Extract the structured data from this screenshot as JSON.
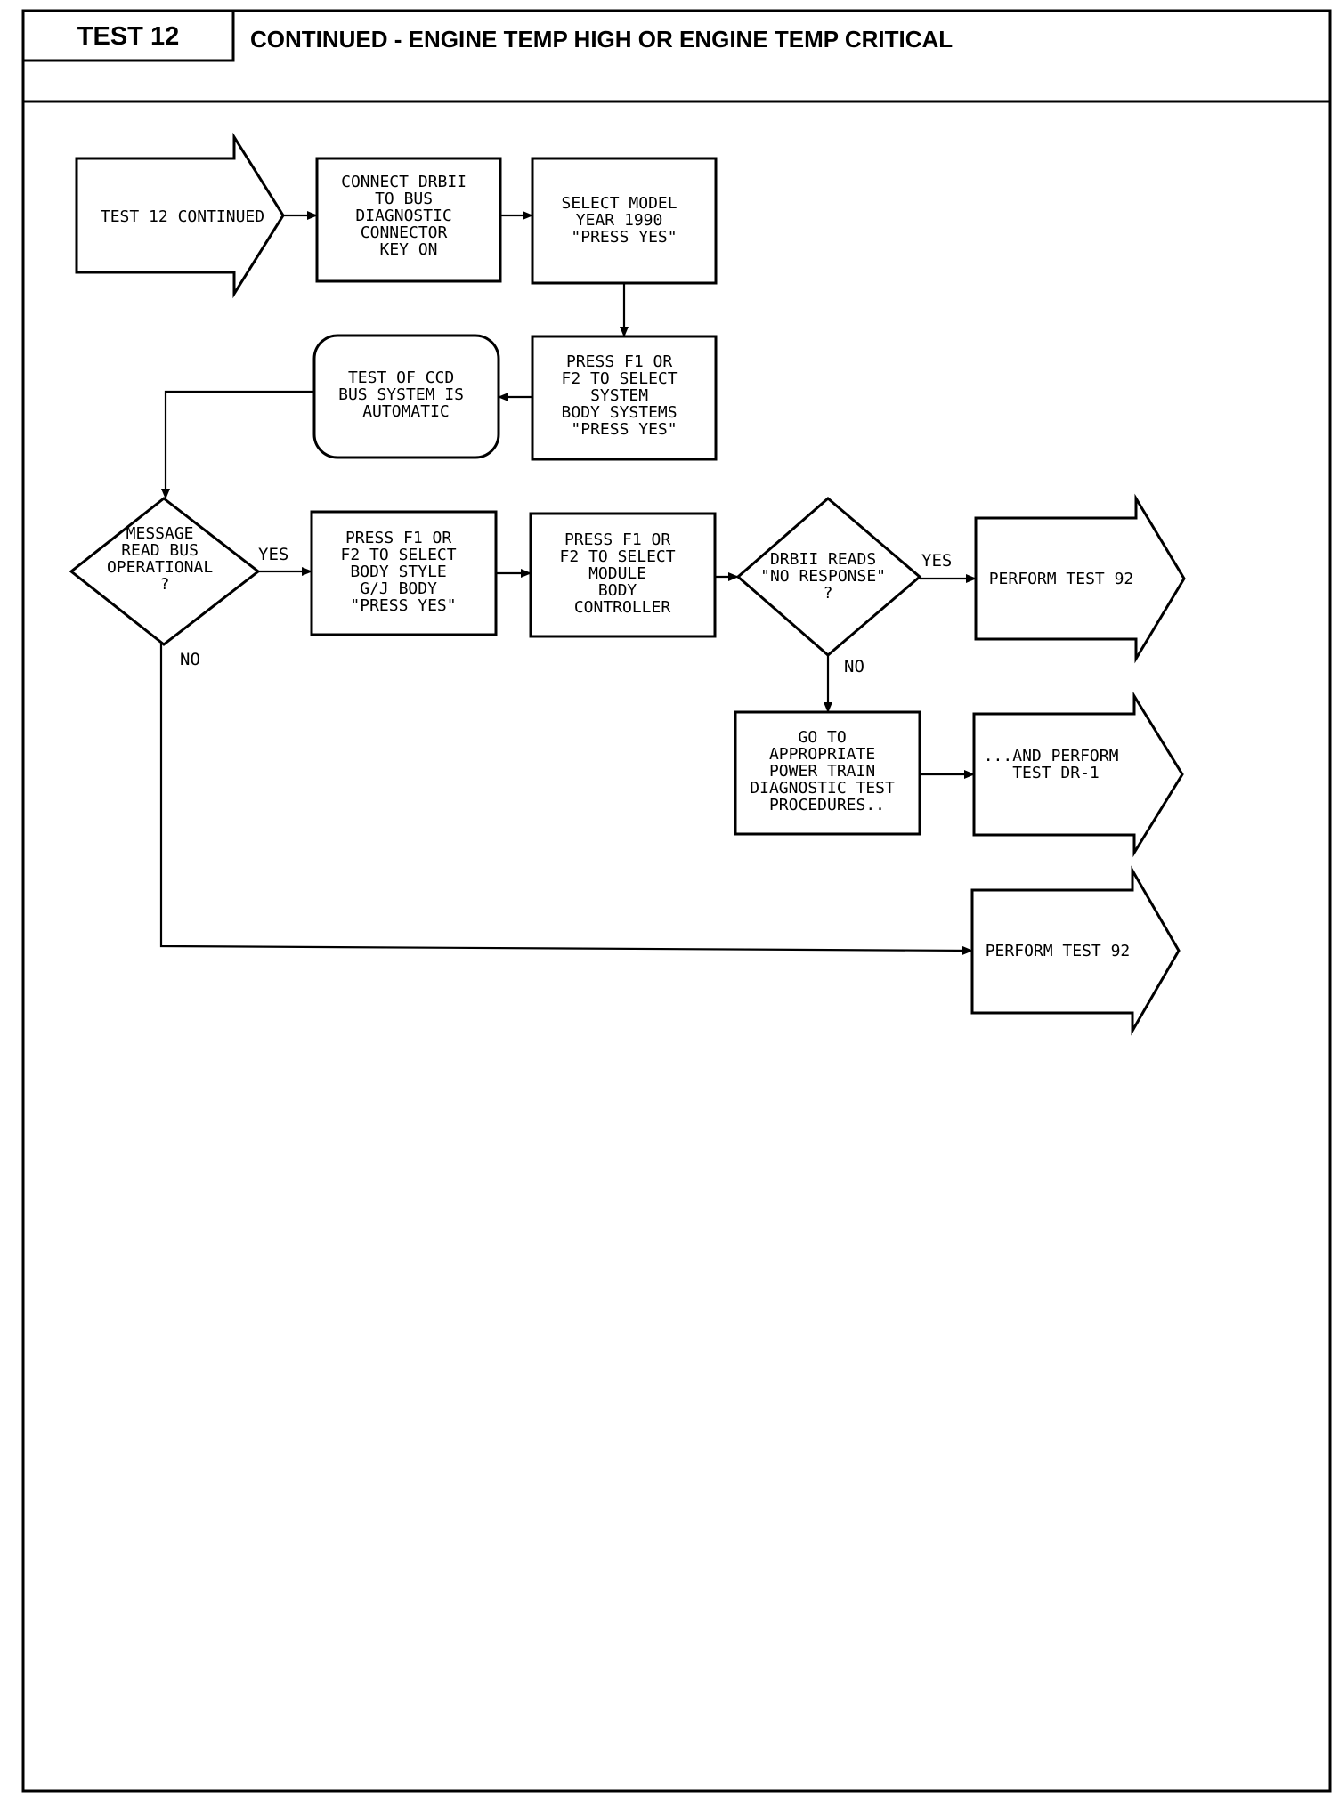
{
  "header": {
    "test_label": "TEST 12",
    "title": "CONTINUED - ENGINE TEMP HIGH OR ENGINE TEMP CRITICAL"
  },
  "flow": {
    "start": "TEST 12 CONTINUED",
    "connect": [
      "CONNECT DRBII",
      "TO BUS",
      "DIAGNOSTIC",
      "CONNECTOR",
      "KEY ON"
    ],
    "select_model": [
      "SELECT MODEL",
      "YEAR 1990",
      "\"PRESS YES\""
    ],
    "select_system": [
      "PRESS F1 OR",
      "F2 TO SELECT",
      "SYSTEM",
      "BODY SYSTEMS",
      "\"PRESS YES\""
    ],
    "ccd_test": [
      "TEST OF CCD",
      "BUS SYSTEM IS",
      "AUTOMATIC"
    ],
    "message_decision": [
      "MESSAGE",
      "READ BUS",
      "OPERATIONAL",
      "?"
    ],
    "body_style": [
      "PRESS F1 OR",
      "F2 TO SELECT",
      "BODY STYLE",
      "G/J BODY",
      "\"PRESS YES\""
    ],
    "module": [
      "PRESS F1 OR",
      "F2 TO SELECT",
      "MODULE",
      "BODY",
      "CONTROLLER"
    ],
    "no_response_decision": [
      "DRBII READS",
      "\"NO RESPONSE\"",
      "?"
    ],
    "perform_92_a": "PERFORM TEST 92",
    "go_to": [
      "GO TO",
      "APPROPRIATE",
      "POWER TRAIN",
      "DIAGNOSTIC TEST",
      "PROCEDURES.."
    ],
    "perform_dr1": [
      "...AND PERFORM",
      "TEST DR-1"
    ],
    "perform_92_b": "PERFORM TEST 92",
    "yes_label": "YES",
    "no_label": "NO"
  }
}
